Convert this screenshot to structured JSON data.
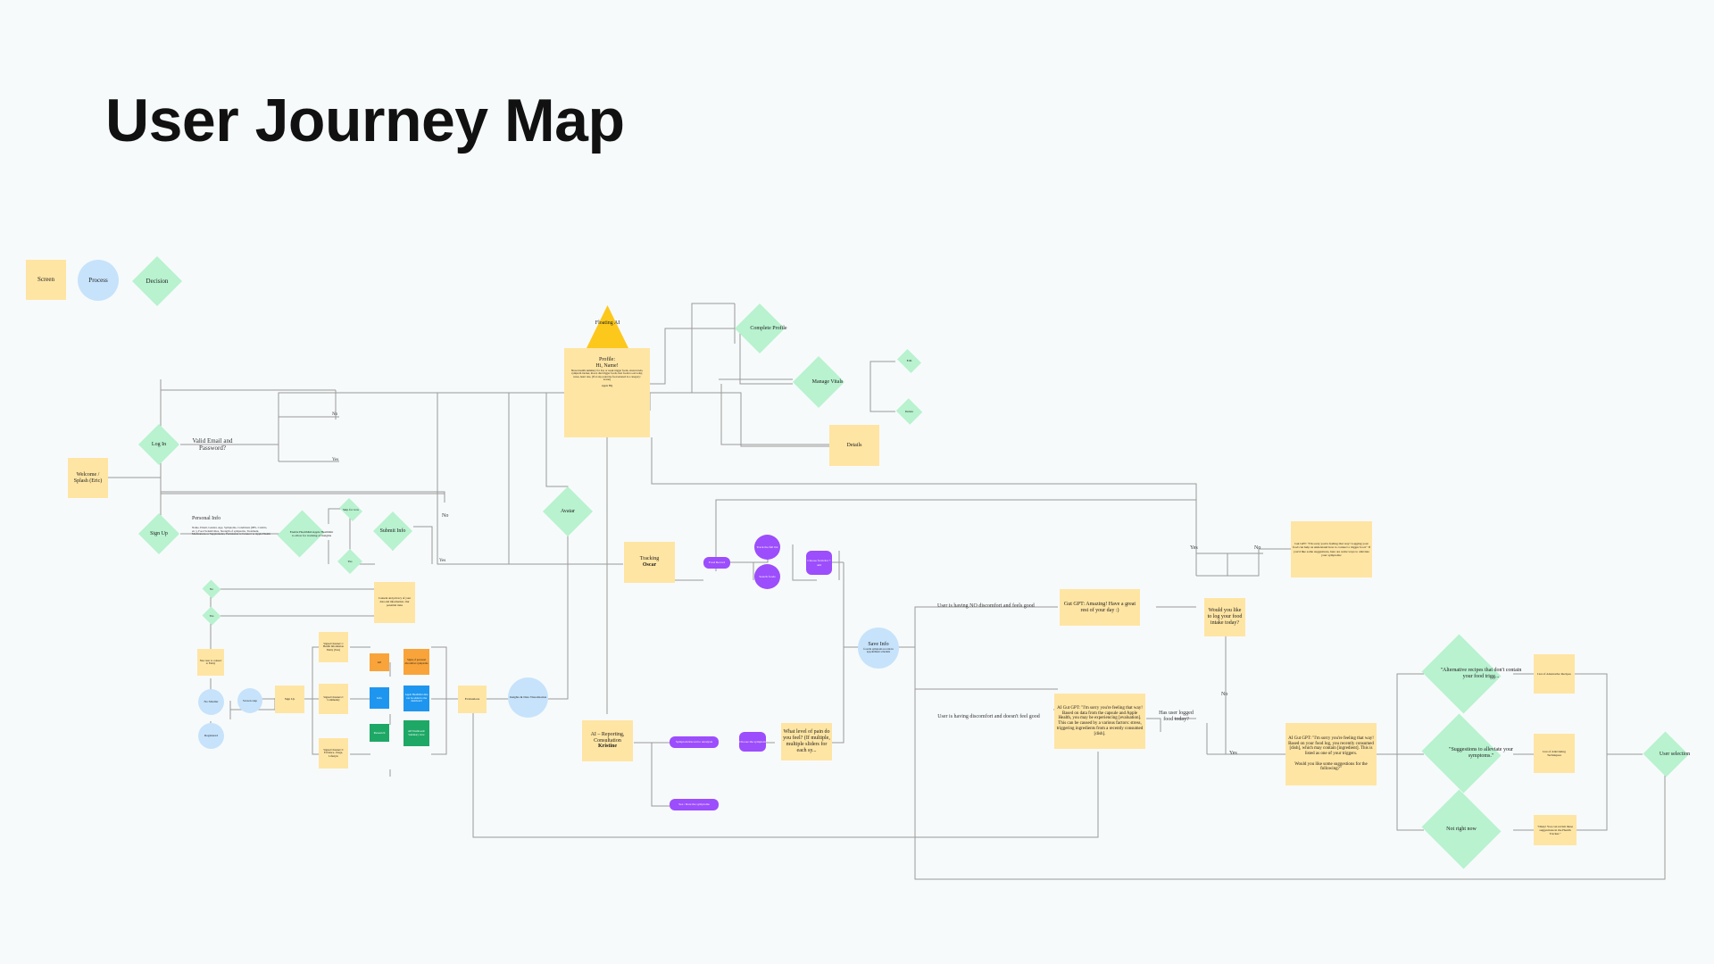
{
  "title": "User Journey Map",
  "legend": {
    "screen": "Screen",
    "process": "Process",
    "decision": "Decision"
  },
  "nodes": {
    "welcome": "Welcome / Splash (Eric)",
    "login": "Log In",
    "valid_email": "Valid Email and Password?",
    "lbl_no_1": "No",
    "lbl_yes_1": "Yes",
    "signup": "Sign Up",
    "personal_info_title": "Personal Info",
    "personal_info_body": "Name, Email, Gender, Age, Symptoms, Conditions (IBS, Crohn's, etc.), Food Sensitivities, Strength of symptoms, Treatment, Medications or Supplements, Permission to Connect to Apple Health",
    "enable_health": "Enable HealthKit/Apple HealthKit to allow for tracking of insights",
    "skip_now": "Skip for now",
    "yes_small": "Yes",
    "submit_info": "Submit Info",
    "lbl_no_2": "No",
    "lbl_yes_2": "Yes",
    "consent": "Consent and privacy of your data and information. Our potential risks",
    "no_small": "No",
    "yes_small_2": "Yes",
    "new_user_connect": "New user to connect to Entity",
    "no_smaller": "No Smaller",
    "registered": "Registered",
    "screen_step": "Screen step",
    "signup_btn": "Sign Up",
    "signed_channel_1": "Signed Channel 1: Health Information Entity (Test)",
    "signed_channel_2": "Signed Channel 2: Community",
    "signed_channel_3": "Signed Channel 3: Evidence, Usage, Lifestyle",
    "tag_gp": "GP",
    "tag_info": "Info",
    "tag_research": "Research",
    "box_orange": "Signs of personal discomfort symptoms",
    "box_blue": "Apple HealthKit data can be added to the dashboard",
    "box_green": "AW Dashboard: Summary view",
    "evaluations": "Evaluations",
    "insights_process": "Insights & Data Visualization",
    "floating_ai": "Floating AI",
    "profile_title": "Profile:",
    "profile_greeting": "Hi, Name!",
    "profile_body": "Shows health summary for day or week trigger foods, stress levels, symptom tracker, mood, diet trigger foods, best foods to eat today, notes, heart rate, (If at any point the food entered is a category: avatar)",
    "profile_footer": "Apple HQ",
    "avatar": "Avatar",
    "complete_profile": "Complete Profile",
    "manage_vitals": "Manage Vitals",
    "edit": "Edit",
    "delete": "Delete",
    "details": "Details",
    "tracking_oscar": "Tracking",
    "tracking_name": "Oscar",
    "food_record": "Food Record",
    "track_food": "Track the full list",
    "search_foods": "Search foods",
    "choose_food": "Choose from list + add",
    "ai_reporting": "AI – Reporting, Consultation",
    "ai_reporting_name": "Kristine",
    "symptom_record": "Symptom Record to Analysis",
    "choose_symptom": "Choose the symptom",
    "pain_level": "What level of pain do you feel? (If multiple, multiple sliders for each sy...",
    "see_symptoms": "See / Rate the symptoms",
    "save_info": "Save Info",
    "save_info_sub": "food & symptom records in appointment schedule",
    "no_discomfort": "User is having NO discomfort and feels good",
    "got_gpt_amazing": "Gut GPT: Amazing! Have a great rest of your day :)",
    "discomfort": "User is having discomfort and doesn't feel good",
    "got_gpt_sorry": "AI Gut GPT: \"I'm sorry you're feeling that way! Based on data from the capsule and Apple Health, you may be experiencing [evaluation]. This can be caused by a various factors: stress, triggering ingredients from a recently consumed [dish].",
    "has_user_logged": "Has user logged food today?",
    "lbl_no_3": "No",
    "lbl_yes_3": "Yes",
    "would_you_log": "Would you like to log your food intake today?",
    "lbl_yes_4": "Yes",
    "lbl_no_4": "No",
    "gpt_no_log": "Gut GPT: \"I'm sorry you're feeling that way! Logging your food can help us understand how to connect a trigger food.\" If you'd like some suggestions, here are some ways to alleviate your symptoms:",
    "gpt_sorry_2": "AI Gut GPT: \"I'm sorry you're feeling that way! Based on your food log, you recently consumed [dish], which may contain [ingredient]. This is listed as one of your triggers.\n\nWould you like some suggestions for the following?\"",
    "alt_recipes": "\"Alternative recipes that don't contain your food trigg...",
    "suggestions_alleviate": "\"Suggestions to alleviate your symptoms.\"",
    "not_right_now": "Not right now",
    "list_alt_recipes": "List of Alternative Recipes",
    "list_soothing": "List of Alleviating Techniques",
    "okay_sug": "\"Okay! You can revisit these suggestions in the Health Tracker.\"",
    "user_selection": "User selection"
  }
}
